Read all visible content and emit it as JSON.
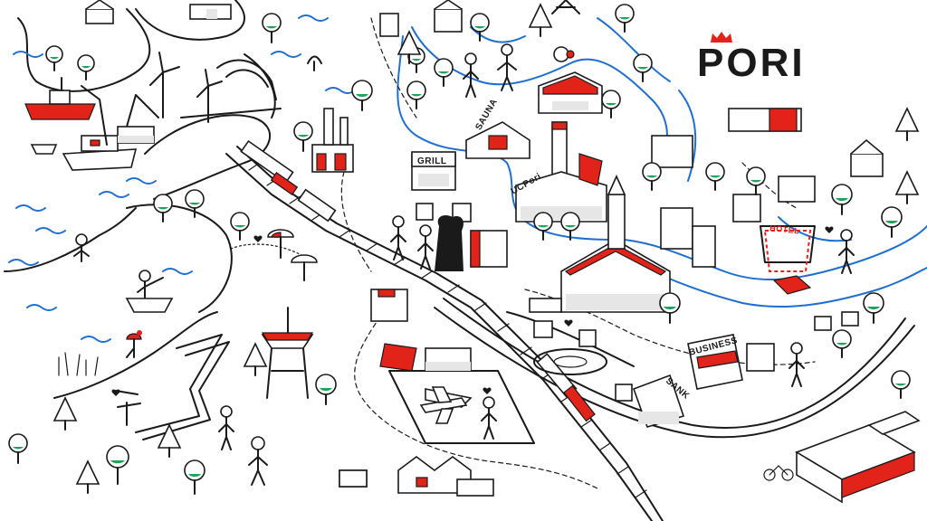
{
  "brand": {
    "name": "PORI",
    "accent": "#e2231a"
  },
  "labels": {
    "sauna": "SAUNA",
    "grill": "GRILL",
    "ucpori": "UCPori",
    "hotel": "HOTEL",
    "business": "BUSINESS",
    "sank": "SANK"
  },
  "colors": {
    "ink": "#1a1a1a",
    "water": "#1f6fd1",
    "accent": "#e2231a",
    "foliage": "#1ea35a",
    "shade": "#e6e6e6"
  }
}
